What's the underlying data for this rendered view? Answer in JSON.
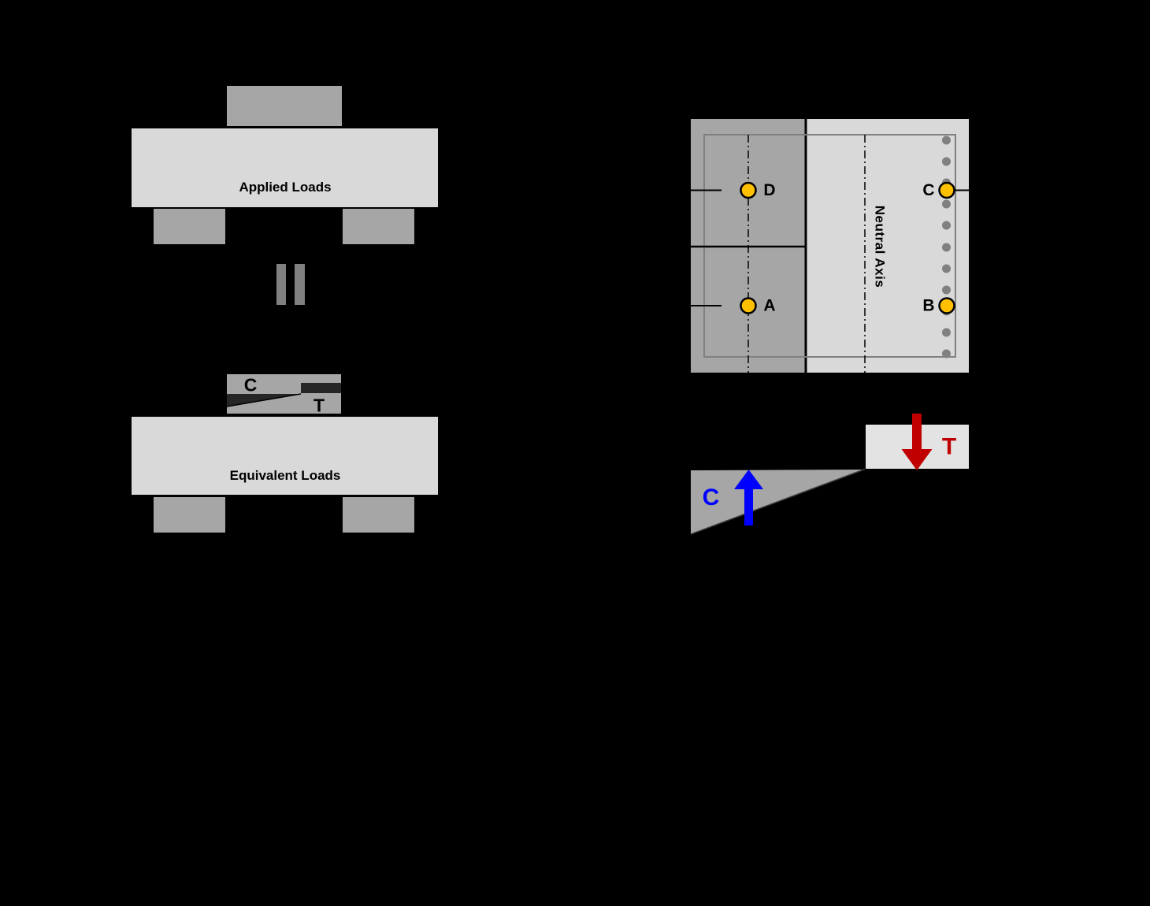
{
  "colors": {
    "background": "#000000",
    "beam_light_gray": "#d9d9d9",
    "block_mid_gray": "#a6a6a6",
    "equals_gray": "#808080",
    "stress_dark_gray": "#262626",
    "border_gray": "#808080",
    "rebar_dot_gray": "#808080",
    "rebar_orange": "#ffc000",
    "compression_blue": "#0000ff",
    "tension_red": "#c00000",
    "tension_block_gray": "#e3e3e3"
  },
  "applied_loads_diagram": {
    "beam_label": "Applied Loads"
  },
  "equals_icon": "equals",
  "equivalent_loads_diagram": {
    "beam_label": "Equivalent Loads",
    "stress_block": {
      "compression_label": "C",
      "tension_label": "T"
    }
  },
  "cross_section": {
    "neutral_axis_label": "Neutral Axis",
    "point_labels": {
      "a": "A",
      "b": "B",
      "c": "C",
      "d": "D"
    }
  },
  "force_resultants": {
    "compression_label": "C",
    "tension_label": "T"
  }
}
